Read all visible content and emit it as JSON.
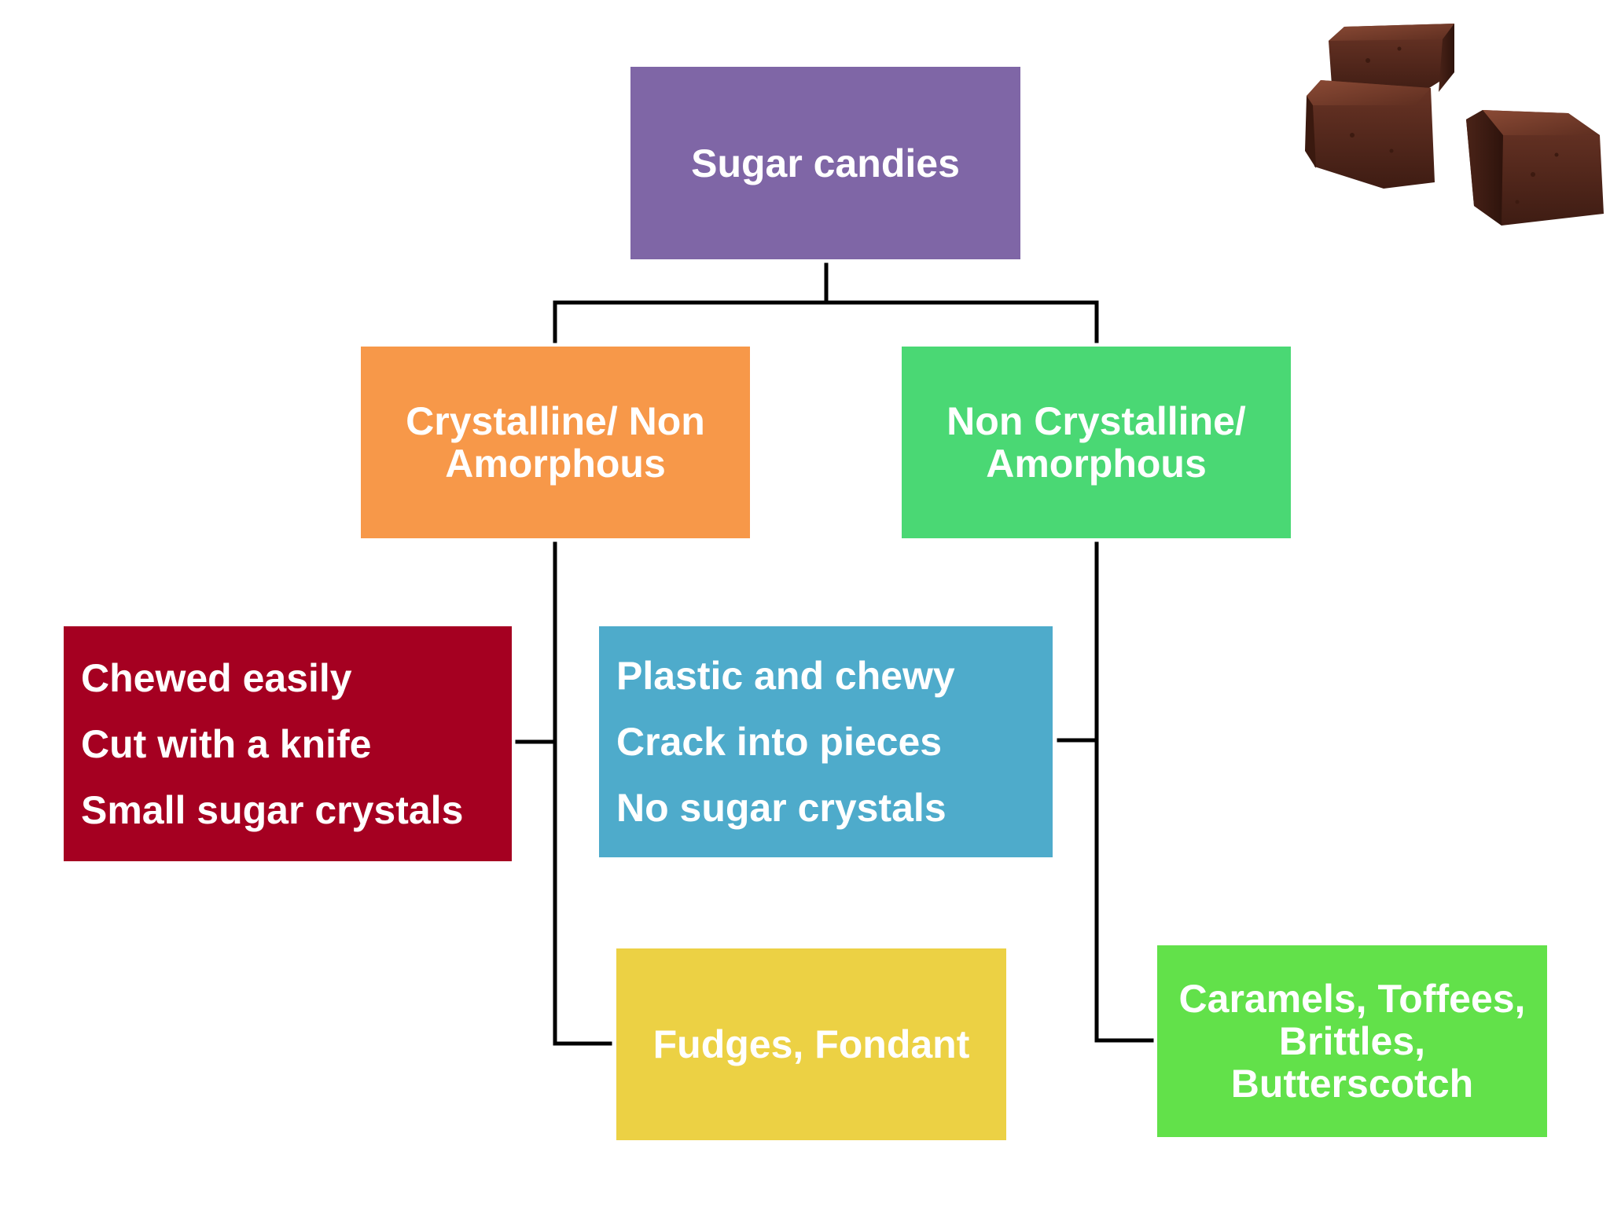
{
  "diagram": {
    "root": {
      "label": "Sugar candies"
    },
    "branches": {
      "crystalline": {
        "label": "Crystalline/ Non Amorphous",
        "label_lines": [
          "Crystalline/ Non",
          "Amorphous"
        ],
        "properties": [
          "Chewed easily",
          "Cut with a knife",
          "Small sugar crystals"
        ],
        "examples": "Fudges, Fondant"
      },
      "non_crystalline": {
        "label": "Non Crystalline/ Amorphous",
        "label_lines": [
          "Non Crystalline/",
          "Amorphous"
        ],
        "properties": [
          "Plastic and chewy",
          "Crack into pieces",
          "No sugar crystals"
        ],
        "examples": "Caramels, Toffees, Brittles, Butterscotch",
        "examples_lines": [
          "Caramels, Toffees,",
          "Brittles,",
          "Butterscotch"
        ]
      }
    },
    "colors": {
      "root": "#7f66a6",
      "crystalline": "#f79849",
      "non_crystalline": "#4ad874",
      "crystalline_properties": "#a50021",
      "non_crystalline_properties": "#4eabcb",
      "crystalline_examples": "#ecd144",
      "non_crystalline_examples": "#62e14a",
      "connector": "#000000",
      "text": "#ffffff"
    },
    "illustration": {
      "icon": "fudge-cubes"
    }
  }
}
